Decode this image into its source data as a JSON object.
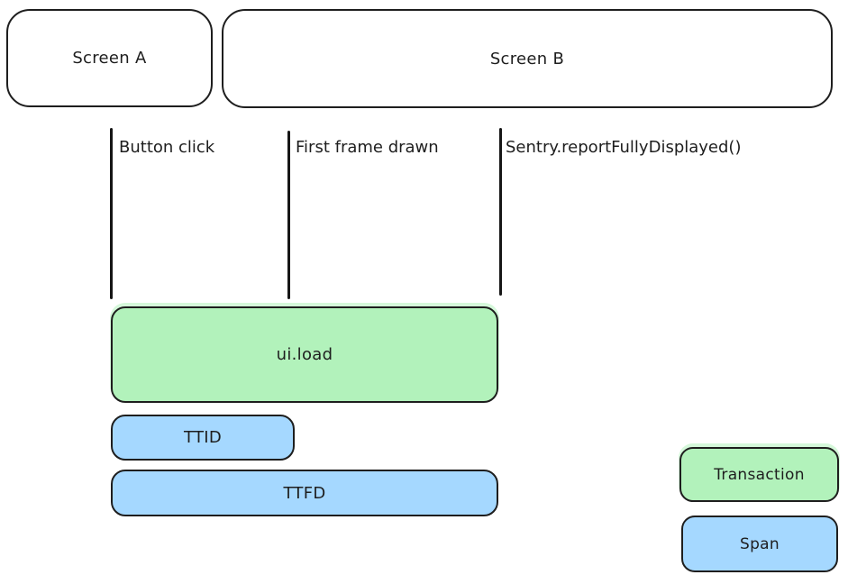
{
  "diagram": {
    "title_semantic": "Sentry mobile screen-load performance timeline",
    "screens": [
      {
        "label": "Screen A"
      },
      {
        "label": "Screen B"
      }
    ],
    "events": [
      {
        "label": "Button click"
      },
      {
        "label": "First frame drawn"
      },
      {
        "label": "Sentry.reportFullyDisplayed()"
      }
    ],
    "bars": [
      {
        "label": "ui.load",
        "kind": "transaction"
      },
      {
        "label": "TTID",
        "kind": "span"
      },
      {
        "label": "TTFD",
        "kind": "span"
      }
    ],
    "legend": [
      {
        "label": "Transaction",
        "kind": "transaction"
      },
      {
        "label": "Span",
        "kind": "span"
      }
    ],
    "colors": {
      "transaction_fill": "#b2f2bb",
      "span_fill": "#a5d8ff",
      "stroke": "#1e1e1e",
      "background": "#ffffff"
    }
  }
}
